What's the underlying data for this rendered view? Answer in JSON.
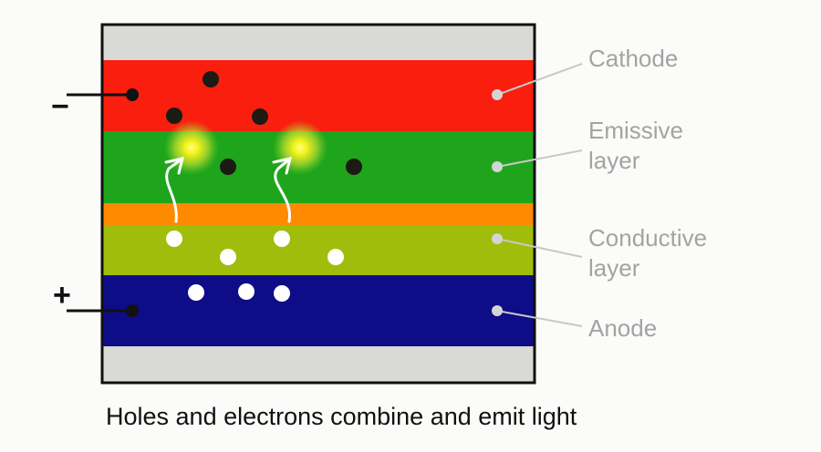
{
  "labels": {
    "cathode": "Cathode",
    "emissive_1": "Emissive",
    "emissive_2": "layer",
    "conductive_1": "Conductive",
    "conductive_2": "layer",
    "anode": "Anode"
  },
  "terminals": {
    "negative": "−",
    "positive": "+"
  },
  "caption": "Holes and electrons combine and emit light",
  "colors": {
    "cathode": "#fa1e0e",
    "emissive": "#1fa51c",
    "interface": "#ff8a00",
    "conductive": "#9fbd0a",
    "anode": "#0e0c87",
    "substrate": "#d9d9d5"
  }
}
